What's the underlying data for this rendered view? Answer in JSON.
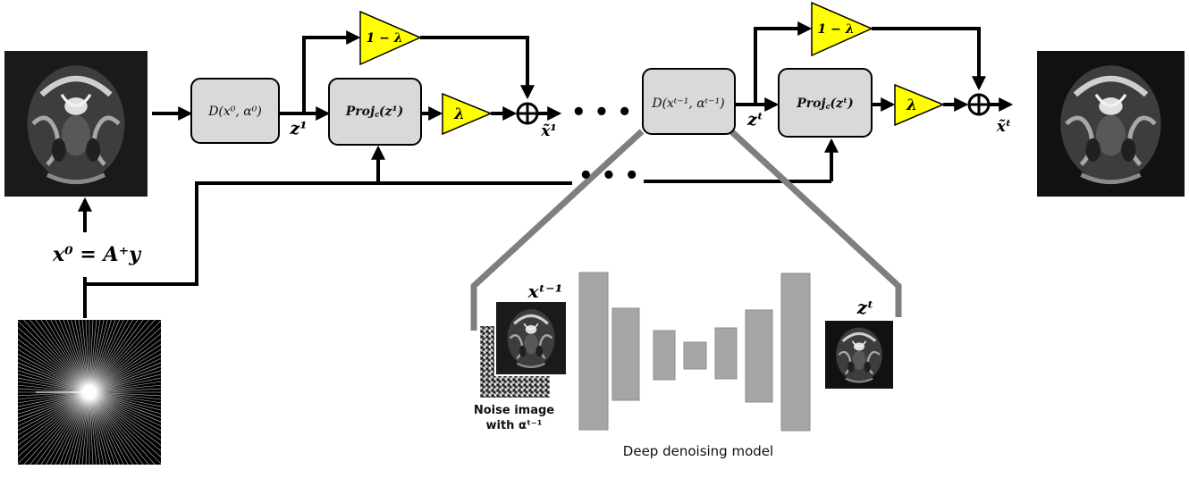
{
  "stage1": {
    "denoiser": "D(x⁰, α⁰)",
    "latent": "z¹",
    "projection": "Proj꜀(z¹)",
    "gain_lambda": "λ",
    "gain_one_minus_lambda": "1 − λ",
    "output": "x̃¹"
  },
  "stageT": {
    "denoiser": "D(xᵗ⁻¹, αᵗ⁻¹)",
    "latent": "zᵗ",
    "projection": "Proj꜀(zᵗ)",
    "gain_lambda": "λ",
    "gain_one_minus_lambda": "1 − λ",
    "output": "x̃ᵗ"
  },
  "ellipsis": "• • •",
  "init_equation": "x⁰ = A⁺y",
  "inset": {
    "input_label": "xᵗ⁻¹",
    "output_label": "zᵗ",
    "noise_caption_line1": "Noise image",
    "noise_caption_line2": "with αᵗ⁻¹",
    "model_caption": "Deep denoising model"
  },
  "colors": {
    "box_fill": "#d9d9d9",
    "triangle_fill": "#ffff00",
    "layer_fill": "#a6a6a6",
    "zoom_line": "#7f7f7f",
    "mri_bg": "#1a1a1a"
  }
}
